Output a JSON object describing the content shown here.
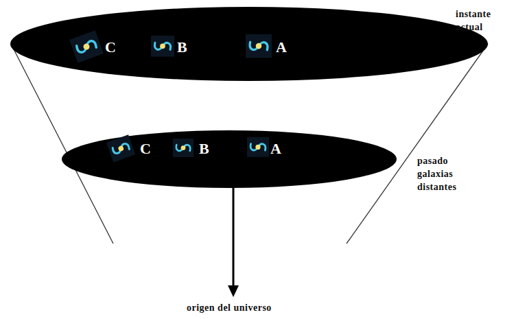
{
  "diagram": {
    "labels": [
      "C",
      "B",
      "A",
      "instante actual",
      "C",
      "B",
      "A",
      "pasado galaxias distantes",
      "origen del universo"
    ]
  }
}
